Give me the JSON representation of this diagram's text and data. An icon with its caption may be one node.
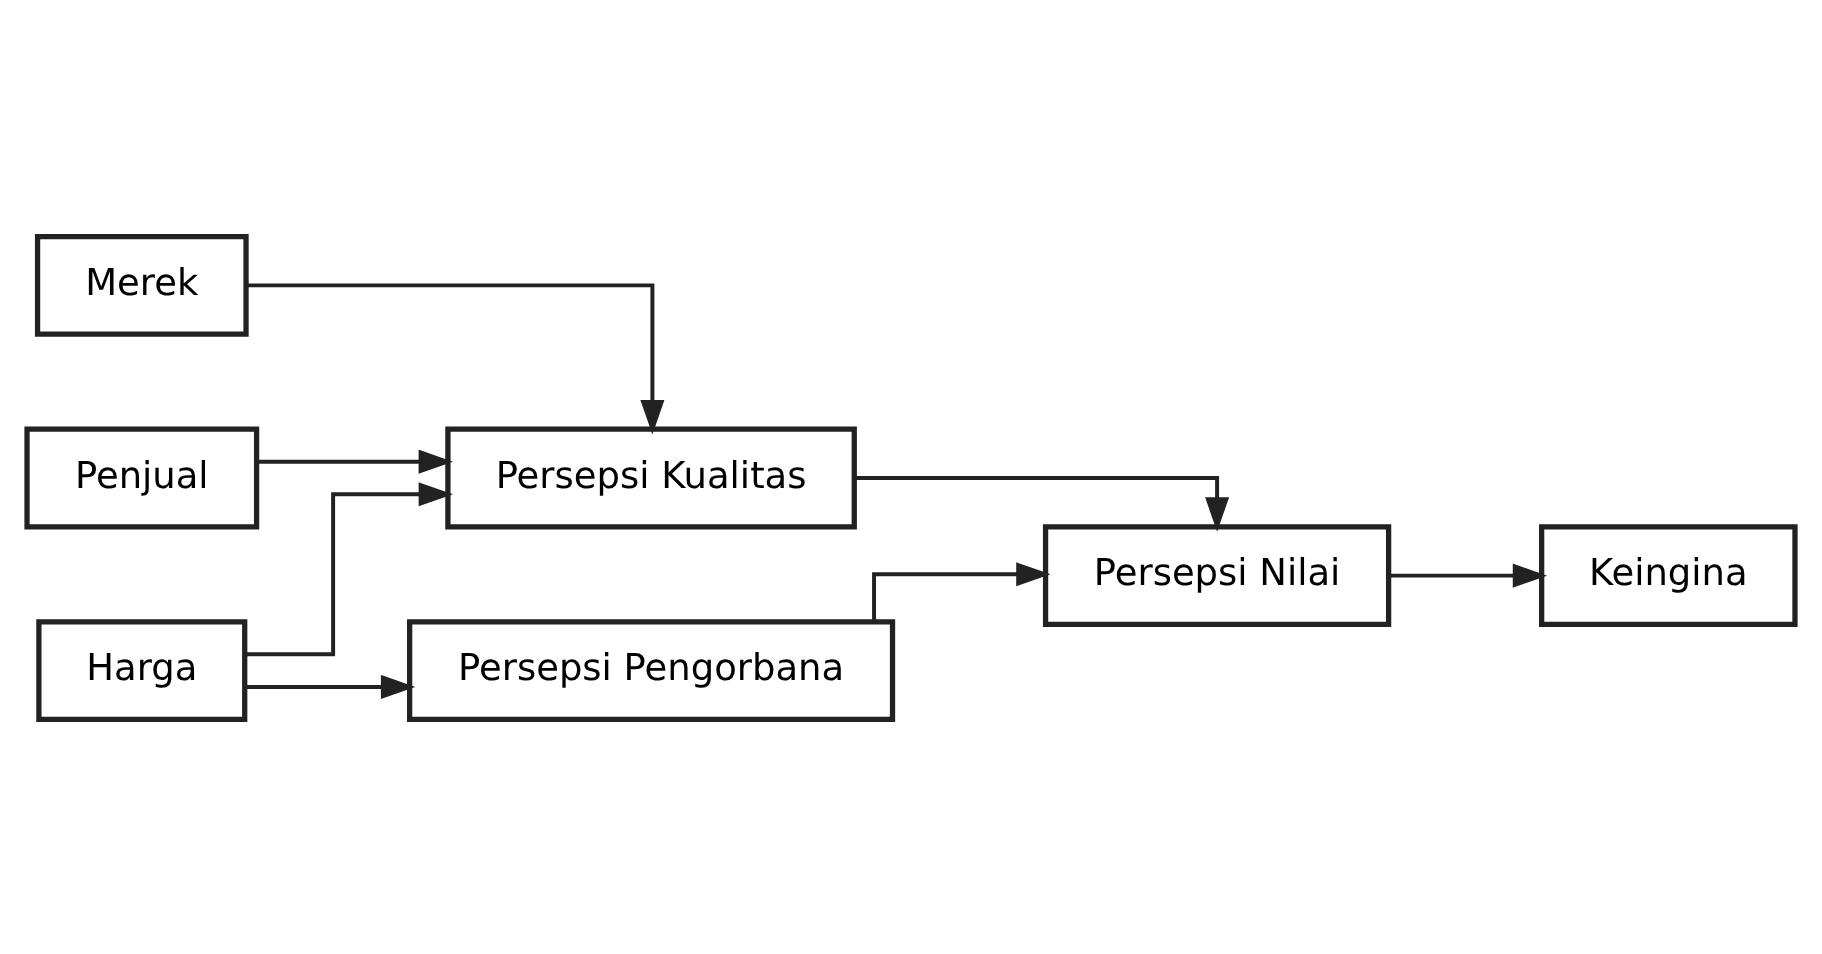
{
  "diagram": {
    "nodes": [
      {
        "text": [
          "Merek"
        ]
      },
      {
        "text": [
          "Penjual"
        ]
      },
      {
        "text": [
          "Persepsi Kualitas"
        ]
      },
      {
        "text": [
          "Persepsi Nilai"
        ]
      },
      {
        "text": [
          "Keingina"
        ]
      },
      {
        "text": [
          "Harga"
        ]
      },
      {
        "text": [
          "Persepsi Pengorbana"
        ]
      }
    ],
    "edges": [
      {
        "from": 0,
        "to": 2,
        "arrow": "to"
      },
      {
        "from": 1,
        "to": 2,
        "arrow": "to"
      },
      {
        "from": 5,
        "to": 2,
        "arrow": "to"
      },
      {
        "from": 5,
        "to": 6,
        "arrow": "to"
      },
      {
        "from": 2,
        "to": 3,
        "arrow": "to"
      },
      {
        "from": 6,
        "to": 3,
        "arrow": "to"
      },
      {
        "from": 3,
        "to": 4,
        "arrow": "to"
      }
    ]
  }
}
